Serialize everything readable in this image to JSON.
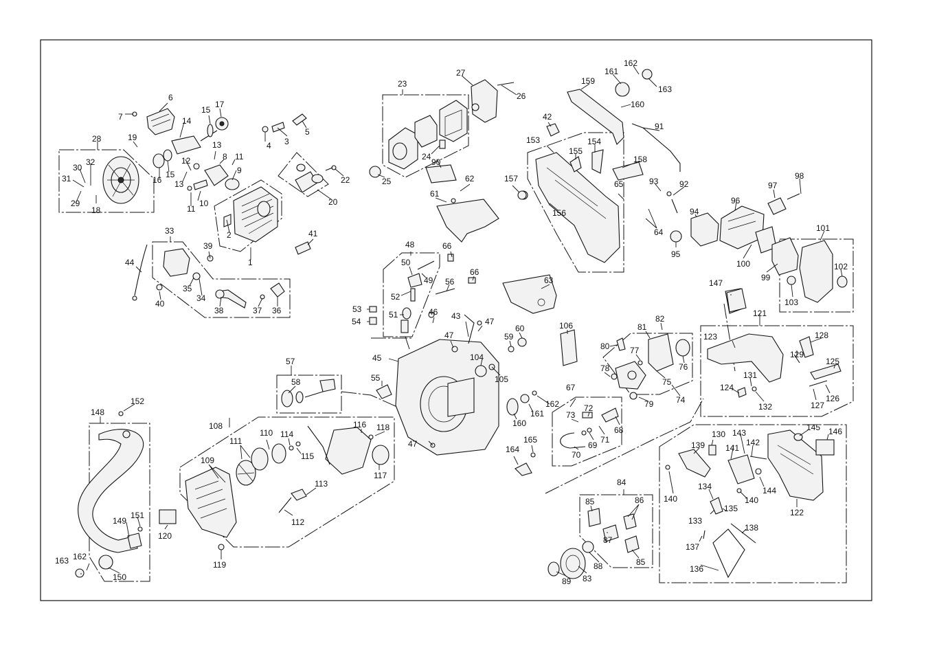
{
  "diagram": {
    "callouts": [
      {
        "id": "c1",
        "text": "1"
      },
      {
        "id": "c2",
        "text": "2"
      },
      {
        "id": "c3",
        "text": "3"
      },
      {
        "id": "c4",
        "text": "4"
      },
      {
        "id": "c5",
        "text": "5"
      },
      {
        "id": "c6",
        "text": "6"
      },
      {
        "id": "c7",
        "text": "7"
      },
      {
        "id": "c8",
        "text": "8"
      },
      {
        "id": "c9",
        "text": "9"
      },
      {
        "id": "c10",
        "text": "10"
      },
      {
        "id": "c11a",
        "text": "11"
      },
      {
        "id": "c11b",
        "text": "11"
      },
      {
        "id": "c12",
        "text": "12"
      },
      {
        "id": "c13a",
        "text": "13"
      },
      {
        "id": "c13b",
        "text": "13"
      },
      {
        "id": "c14",
        "text": "14"
      },
      {
        "id": "c15a",
        "text": "15"
      },
      {
        "id": "c15b",
        "text": "15"
      },
      {
        "id": "c16",
        "text": "16"
      },
      {
        "id": "c17",
        "text": "17"
      },
      {
        "id": "c18",
        "text": "18"
      },
      {
        "id": "c19",
        "text": "19"
      },
      {
        "id": "c20",
        "text": "20"
      },
      {
        "id": "c22",
        "text": "22"
      },
      {
        "id": "c23",
        "text": "23"
      },
      {
        "id": "c24",
        "text": "24"
      },
      {
        "id": "c25",
        "text": "25"
      },
      {
        "id": "c26",
        "text": "26"
      },
      {
        "id": "c27",
        "text": "27"
      },
      {
        "id": "c28",
        "text": "28"
      },
      {
        "id": "c29",
        "text": "29"
      },
      {
        "id": "c30",
        "text": "30"
      },
      {
        "id": "c31",
        "text": "31"
      },
      {
        "id": "c32",
        "text": "32"
      },
      {
        "id": "c33",
        "text": "33"
      },
      {
        "id": "c34",
        "text": "34"
      },
      {
        "id": "c35",
        "text": "35"
      },
      {
        "id": "c36",
        "text": "36"
      },
      {
        "id": "c37",
        "text": "37"
      },
      {
        "id": "c38",
        "text": "38"
      },
      {
        "id": "c39",
        "text": "39"
      },
      {
        "id": "c40",
        "text": "40"
      },
      {
        "id": "c41",
        "text": "41"
      },
      {
        "id": "c42",
        "text": "42"
      },
      {
        "id": "c43",
        "text": "43"
      },
      {
        "id": "c44",
        "text": "44"
      },
      {
        "id": "c45",
        "text": "45"
      },
      {
        "id": "c46",
        "text": "46"
      },
      {
        "id": "c47a",
        "text": "47"
      },
      {
        "id": "c47b",
        "text": "47"
      },
      {
        "id": "c47c",
        "text": "47"
      },
      {
        "id": "c48",
        "text": "48"
      },
      {
        "id": "c49",
        "text": "49"
      },
      {
        "id": "c50",
        "text": "50"
      },
      {
        "id": "c51",
        "text": "51"
      },
      {
        "id": "c52",
        "text": "52"
      },
      {
        "id": "c53",
        "text": "53"
      },
      {
        "id": "c54",
        "text": "54"
      },
      {
        "id": "c55",
        "text": "55"
      },
      {
        "id": "c56",
        "text": "56"
      },
      {
        "id": "c57",
        "text": "57"
      },
      {
        "id": "c58",
        "text": "58"
      },
      {
        "id": "c59",
        "text": "59"
      },
      {
        "id": "c60",
        "text": "60"
      },
      {
        "id": "c61",
        "text": "61"
      },
      {
        "id": "c62",
        "text": "62"
      },
      {
        "id": "c63",
        "text": "63"
      },
      {
        "id": "c64",
        "text": "64"
      },
      {
        "id": "c65",
        "text": "65"
      },
      {
        "id": "c66a",
        "text": "66"
      },
      {
        "id": "c66b",
        "text": "66"
      },
      {
        "id": "c67",
        "text": "67"
      },
      {
        "id": "c68",
        "text": "68"
      },
      {
        "id": "c69",
        "text": "69"
      },
      {
        "id": "c70",
        "text": "70"
      },
      {
        "id": "c71",
        "text": "71"
      },
      {
        "id": "c72",
        "text": "72"
      },
      {
        "id": "c73",
        "text": "73"
      },
      {
        "id": "c74",
        "text": "74"
      },
      {
        "id": "c75",
        "text": "75"
      },
      {
        "id": "c76",
        "text": "76"
      },
      {
        "id": "c77",
        "text": "77"
      },
      {
        "id": "c78",
        "text": "78"
      },
      {
        "id": "c79",
        "text": "79"
      },
      {
        "id": "c80",
        "text": "80"
      },
      {
        "id": "c81",
        "text": "81"
      },
      {
        "id": "c82",
        "text": "82"
      },
      {
        "id": "c83",
        "text": "83"
      },
      {
        "id": "c84",
        "text": "84"
      },
      {
        "id": "c85a",
        "text": "85"
      },
      {
        "id": "c85b",
        "text": "85"
      },
      {
        "id": "c86",
        "text": "86"
      },
      {
        "id": "c87",
        "text": "87"
      },
      {
        "id": "c88",
        "text": "88"
      },
      {
        "id": "c89",
        "text": "89"
      },
      {
        "id": "c90",
        "text": "90"
      },
      {
        "id": "c91",
        "text": "91"
      },
      {
        "id": "c92",
        "text": "92"
      },
      {
        "id": "c93",
        "text": "93"
      },
      {
        "id": "c94",
        "text": "94"
      },
      {
        "id": "c95",
        "text": "95"
      },
      {
        "id": "c96",
        "text": "96"
      },
      {
        "id": "c97",
        "text": "97"
      },
      {
        "id": "c98",
        "text": "98"
      },
      {
        "id": "c99",
        "text": "99"
      },
      {
        "id": "c100",
        "text": "100"
      },
      {
        "id": "c101",
        "text": "101"
      },
      {
        "id": "c102",
        "text": "102"
      },
      {
        "id": "c103",
        "text": "103"
      },
      {
        "id": "c104",
        "text": "104"
      },
      {
        "id": "c105",
        "text": "105"
      },
      {
        "id": "c106",
        "text": "106"
      },
      {
        "id": "c108",
        "text": "108"
      },
      {
        "id": "c109",
        "text": "109"
      },
      {
        "id": "c110",
        "text": "110"
      },
      {
        "id": "c111",
        "text": "111"
      },
      {
        "id": "c112",
        "text": "112"
      },
      {
        "id": "c113",
        "text": "113"
      },
      {
        "id": "c114",
        "text": "114"
      },
      {
        "id": "c115",
        "text": "115"
      },
      {
        "id": "c116",
        "text": "116"
      },
      {
        "id": "c117",
        "text": "117"
      },
      {
        "id": "c118",
        "text": "118"
      },
      {
        "id": "c119",
        "text": "119"
      },
      {
        "id": "c120",
        "text": "120"
      },
      {
        "id": "c121",
        "text": "121"
      },
      {
        "id": "c122",
        "text": "122"
      },
      {
        "id": "c123",
        "text": "123"
      },
      {
        "id": "c124",
        "text": "124"
      },
      {
        "id": "c125",
        "text": "125"
      },
      {
        "id": "c126",
        "text": "126"
      },
      {
        "id": "c127",
        "text": "127"
      },
      {
        "id": "c128",
        "text": "128"
      },
      {
        "id": "c129",
        "text": "129"
      },
      {
        "id": "c130",
        "text": "130"
      },
      {
        "id": "c131",
        "text": "131"
      },
      {
        "id": "c132",
        "text": "132"
      },
      {
        "id": "c133",
        "text": "133"
      },
      {
        "id": "c134",
        "text": "134"
      },
      {
        "id": "c135",
        "text": "135"
      },
      {
        "id": "c136",
        "text": "136"
      },
      {
        "id": "c137",
        "text": "137"
      },
      {
        "id": "c138",
        "text": "138"
      },
      {
        "id": "c139",
        "text": "139"
      },
      {
        "id": "c140a",
        "text": "140"
      },
      {
        "id": "c140b",
        "text": "140"
      },
      {
        "id": "c141",
        "text": "141"
      },
      {
        "id": "c142",
        "text": "142"
      },
      {
        "id": "c143",
        "text": "143"
      },
      {
        "id": "c144",
        "text": "144"
      },
      {
        "id": "c145",
        "text": "145"
      },
      {
        "id": "c146",
        "text": "146"
      },
      {
        "id": "c147",
        "text": "147"
      },
      {
        "id": "c148",
        "text": "148"
      },
      {
        "id": "c149",
        "text": "149"
      },
      {
        "id": "c150",
        "text": "150"
      },
      {
        "id": "c151",
        "text": "151"
      },
      {
        "id": "c152",
        "text": "152"
      },
      {
        "id": "c153",
        "text": "153"
      },
      {
        "id": "c154",
        "text": "154"
      },
      {
        "id": "c155",
        "text": "155"
      },
      {
        "id": "c156",
        "text": "156"
      },
      {
        "id": "c157",
        "text": "157"
      },
      {
        "id": "c158",
        "text": "158"
      },
      {
        "id": "c159",
        "text": "159"
      },
      {
        "id": "c160a",
        "text": "160"
      },
      {
        "id": "c160b",
        "text": "160"
      },
      {
        "id": "c161a",
        "text": "161"
      },
      {
        "id": "c161b",
        "text": "161"
      },
      {
        "id": "c162a",
        "text": "162"
      },
      {
        "id": "c162b",
        "text": "162"
      },
      {
        "id": "c162c",
        "text": "162"
      },
      {
        "id": "c163a",
        "text": "163"
      },
      {
        "id": "c163b",
        "text": "163"
      },
      {
        "id": "c164",
        "text": "164"
      },
      {
        "id": "c165",
        "text": "165"
      }
    ]
  }
}
